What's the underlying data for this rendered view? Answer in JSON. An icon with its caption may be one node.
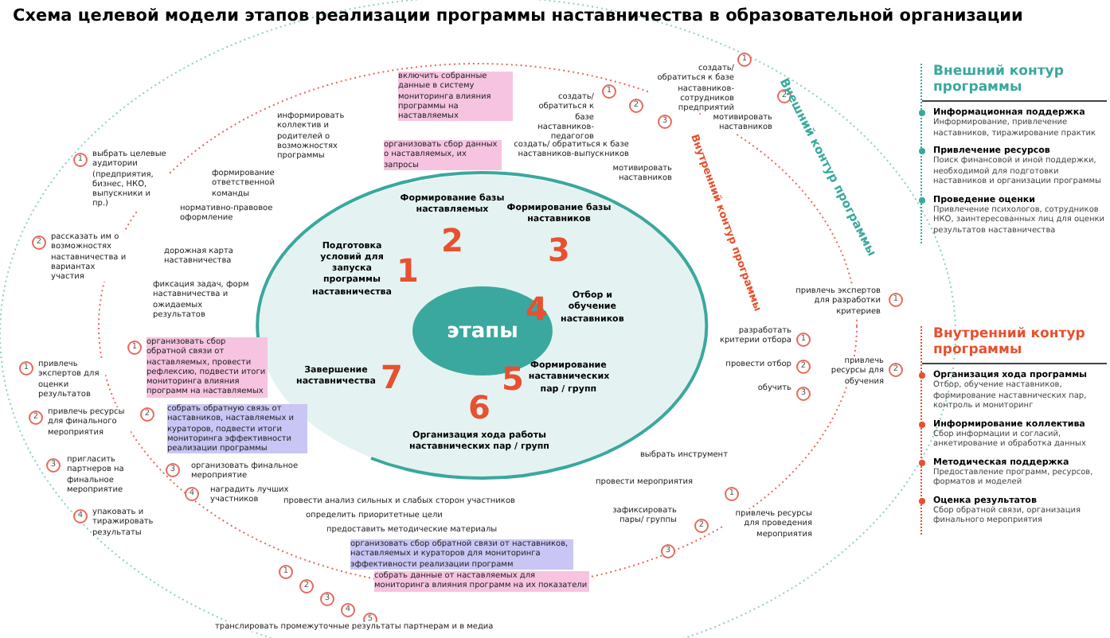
{
  "diagram": {
    "title": "Схема целевой модели этапов реализации программы наставничества в образовательной организации",
    "nodes": [
      {
        "text": [],
        "shape": "circle"
      },
      {
        "text": [
          "этапы"
        ],
        "in": 0
      },
      {
        "text": [
          "Подготовка условий для запуска программы наставничества",
          "1"
        ],
        "in": 0
      },
      {
        "text": [
          "Формирование базы наставляемых",
          "2"
        ],
        "in": 0
      },
      {
        "text": [
          "Формирование базы наставников",
          "3"
        ],
        "in": 0
      },
      {
        "text": [
          "4",
          "Отбор и обучение наставников"
        ],
        "in": 0
      },
      {
        "text": [
          "5",
          "Формирование наставнических пар / групп"
        ],
        "in": 0
      },
      {
        "text": [
          "6",
          "Организация хода работы наставнических пар / групп"
        ],
        "in": 0
      },
      {
        "text": [
          "Завершение наставничества",
          "7"
        ],
        "in": 0
      },
      {
        "text": [
          "Внешний контур программы"
        ]
      },
      {
        "text": [
          "Информационная поддержка",
          "Информирование, привлечение наставников, тиражирование практик"
        ],
        "in": 9
      },
      {
        "text": [
          "Привлечение ресурсов",
          "Поиск финансовой и иной поддержки, необходимой для подготовки наставников и организации программы"
        ],
        "in": 9
      },
      {
        "text": [
          "Проведение оценки",
          "Привлечение психологов, сотрудников НКО, заинтересованных лиц для оценки результатов наставничества"
        ],
        "in": 9
      },
      {
        "text": [
          "Внутренний контур программы"
        ]
      },
      {
        "text": [
          "Организация хода программы",
          "Отбор, обучение наставников, формирование наставнических пар, контроль и мониторинг"
        ],
        "in": 13
      },
      {
        "text": [
          "Информирование коллектива",
          "Сбор информации и согласий, анкетирование и обработка данных"
        ],
        "in": 13
      },
      {
        "text": [
          "Методическая поддержка",
          "Предоставление программ, ресурсов, форматов и моделей"
        ],
        "in": 13
      },
      {
        "text": [
          "Оценка результатов",
          "Сбор обратной связи, организация финального мероприятия"
        ],
        "in": 13
      }
    ],
    "labels": [
      "включить собранные данные в систему мониторинга влияния программы на наставляемых",
      "организовать сбор данных о наставляемых, их запросы",
      "информировать коллектив и родителей о возможностях программы",
      "1",
      "создать/ обратиться к базе наставников-педагогов",
      "2",
      "создать/ обратиться к базе наставников-выпускников",
      "3",
      "мотивировать наставников",
      "Внутренний контур программы",
      "1",
      "создать/ обратиться к базе наставников-сотрудников предприятий",
      "2",
      "мотивировать наставников",
      "Внешний контур программы",
      "1",
      "выбрать целевые аудитории (предприятия, бизнес, НКО, выпускники и пр.)",
      "2",
      "рассказать им о возможностях наставничества и вариантах участия",
      "формирование ответственной команды",
      "нормативно-правовое оформление",
      "дорожная карта наставничества",
      "фиксация задач, форм наставничества и ожидаемых результатов",
      "1",
      "организовать сбор обратной связи от наставляемых, провести рефлексию, подвести итоги мониторинга влияния программ на наставляемых",
      "2",
      "собрать обратную связь от наставников, наставляемых и кураторов, подвести итоги мониторинга эффективности реализации программы",
      "3",
      "организовать финальное мероприятие",
      "4",
      "наградить лучших участников",
      "1",
      "привлечь экспертов для оценки результатов",
      "2",
      "привлечь ресурсы для финального мероприятия",
      "3",
      "пригласить партнеров на финальное мероприятие",
      "4",
      "упаковать и тиражировать результаты",
      "1",
      "привлечь экспертов для разработки критериев",
      "1",
      "разработать критерии отбора",
      "2",
      "провести отбор",
      "2",
      "привлечь ресурсы для обучения",
      "3",
      "обучить",
      "выбрать инструмент",
      "1",
      "провести мероприятия",
      "2",
      "зафиксировать пары/ группы",
      "3",
      "привлечь ресурсы для проведения мероприятия",
      "провести анализ сильных и слабых сторон участников",
      "определить приоритетные цели",
      "предоставить методические материалы",
      "организовать сбор обратной связи от наставников, наставляемых и кураторов для мониторинга эффективности реализации программ",
      "собрать данные от наставляемых для мониторинга влияния программ на их показатели",
      "1",
      "2",
      "3",
      "4",
      "5",
      "транслировать промежуточные результаты партнерам и в медиа"
    ]
  }
}
